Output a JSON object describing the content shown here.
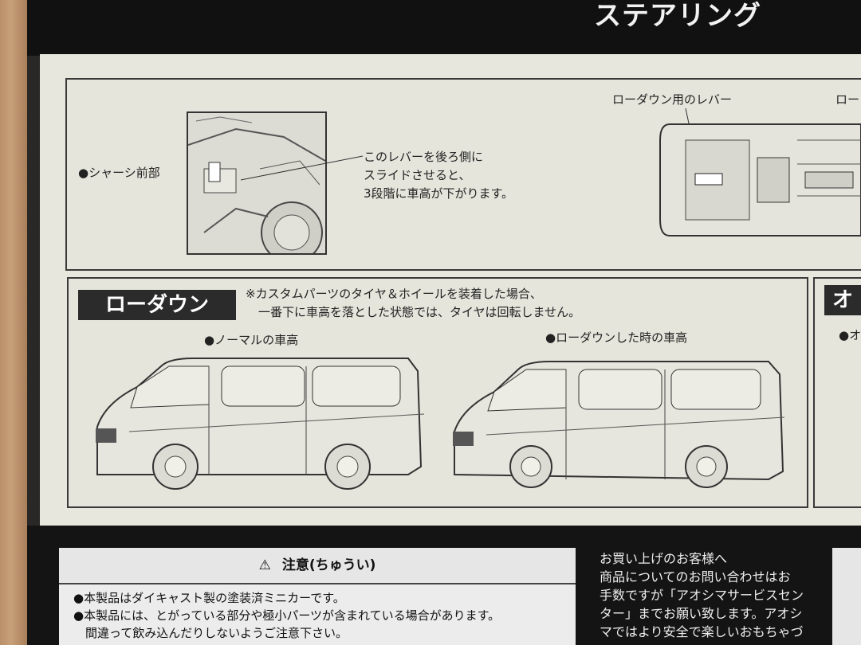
{
  "header": {
    "title": "ステアリング"
  },
  "chassis": {
    "label": "●シャーシ前部",
    "lever_note": [
      "このレバーを後ろ側に",
      "スライドさせると、",
      "3段階に車高が下がります。"
    ],
    "lever_label": "ローダウン用のレバー",
    "lever_label_cut": "ロー"
  },
  "lowdown": {
    "title": "ローダウン",
    "note": [
      "※カスタムパーツのタイヤ＆ホイールを装着した場合、",
      "一番下に車高を落とした状態では、タイヤは回転しません。"
    ],
    "normal_label": "●ノーマルの車高",
    "lowered_label": "●ローダウンした時の車高",
    "right_cut_title": "オ",
    "right_cut_label": "●オ"
  },
  "caution": {
    "title": "注意(ちゅうい)",
    "items": [
      "●本製品はダイキャスト製の塗装済ミニカーです。",
      "●本製品には、とがっている部分や極小パーツが含まれている場合があります。",
      "　間違って飲み込んだりしないようご注意下さい。"
    ]
  },
  "customer": {
    "lines": [
      "お買い上げのお客様へ",
      "商品についてのお問い合わせはお",
      "手数ですが「アオシマサービスセン",
      "ター」までお願い致します。アオシ",
      "マではより安全で楽しいおもちゃづ"
    ]
  }
}
